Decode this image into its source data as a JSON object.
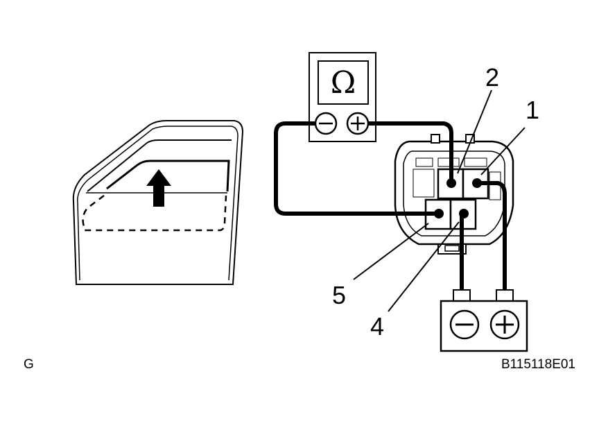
{
  "meter": {
    "symbol": "Ω"
  },
  "pins": [
    {
      "label": "1"
    },
    {
      "label": "2"
    },
    {
      "label": "4"
    },
    {
      "label": "5"
    }
  ],
  "figure": {
    "left_code": "G",
    "ref_code": "B115118E01"
  },
  "icons": [
    "door-outline-icon",
    "up-arrow-icon",
    "ohmmeter-icon",
    "connector-icon",
    "battery-icon"
  ]
}
